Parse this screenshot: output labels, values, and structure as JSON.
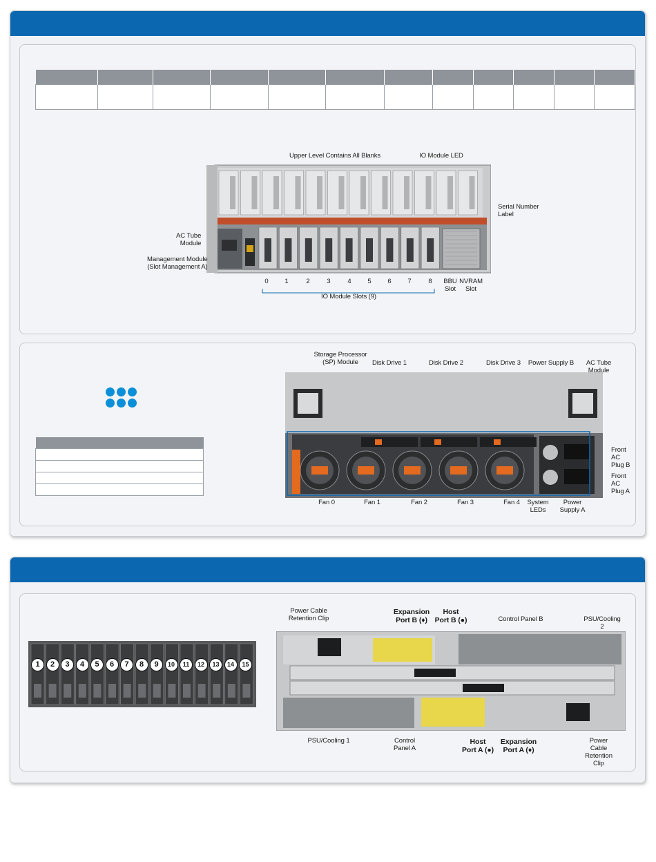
{
  "section1": {
    "io_callouts": {
      "upper_level": "Upper Level Contains All Blanks",
      "io_module_led": "IO Module LED",
      "serial_number": "Serial Number\nLabel",
      "ac_tube": "AC Tube\nModule",
      "management_module": "Management Module\n(Slot Management A)",
      "slot_numbers": [
        "0",
        "1",
        "2",
        "3",
        "4",
        "5",
        "6",
        "7",
        "8"
      ],
      "bbu": "BBU\nSlot",
      "nvram": "NVRAM\nSlot",
      "io_module_slots": "IO Module Slots (9)"
    },
    "front_callouts": {
      "sp_module": "Storage Processor\n(SP) Module",
      "disk_drive_1": "Disk Drive 1",
      "disk_drive_2": "Disk Drive 2",
      "disk_drive_3": "Disk Drive 3",
      "power_supply_b": "Power Supply B",
      "ac_tube_module": "AC Tube Module",
      "front_ac_plug_b": "Front AC\nPlug B",
      "front_ac_plug_a": "Front AC\nPlug A",
      "fans": [
        "Fan 0",
        "Fan 1",
        "Fan 2",
        "Fan 3",
        "Fan 4"
      ],
      "system_leds": "System\nLEDs",
      "power_supply_a": "Power\nSupply A"
    },
    "accent_color": "#0b8fd8"
  },
  "section2": {
    "drive_numbers": [
      "1",
      "2",
      "3",
      "4",
      "5",
      "6",
      "7",
      "8",
      "9",
      "10",
      "11",
      "12",
      "13",
      "14",
      "15"
    ],
    "callouts": {
      "power_cable_clip_top": "Power Cable\nRetention Clip",
      "expansion_port_b": "Expansion\nPort B (♦)",
      "host_port_b": "Host\nPort B (●)",
      "control_panel_b": "Control Panel B",
      "psu_cooling_2": "PSU/Cooling 2",
      "psu_cooling_1": "PSU/Cooling 1",
      "control_panel_a": "Control\nPanel A",
      "host_port_a": "Host\nPort A (●)",
      "expansion_port_a": "Expansion\nPort A (♦)",
      "power_cable_clip_bottom": "Power Cable\nRetention Clip"
    }
  }
}
